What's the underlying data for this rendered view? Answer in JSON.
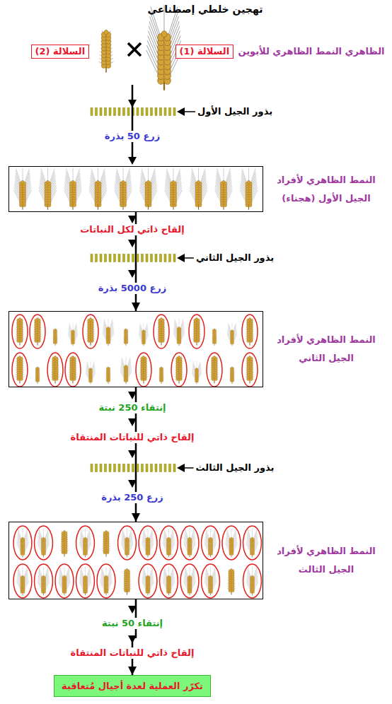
{
  "diagram": {
    "title": "تهجين خلطي إصطناعي",
    "nodes": [
      {
        "text": [
          "السلالة (1)"
        ]
      },
      {
        "text": [
          "السلالة (2)"
        ]
      },
      {
        "text": [
          "النمط الظاهري لأفراد الجيل الأول (هجناء)"
        ]
      },
      {
        "text": [
          "النمط الظاهري لأفراد الجيل الثاني"
        ]
      },
      {
        "text": [
          "النمط الظاهري لأفراد الجيل الثالث"
        ]
      },
      {
        "text": [
          "تكرّر العملية لعدة أجيال مُتعاقبة"
        ]
      }
    ],
    "edges": [
      {
        "from": 2,
        "to": 3,
        "arrow": "to"
      },
      {
        "from": 3,
        "to": 4,
        "arrow": "to"
      },
      {
        "from": 4,
        "to": 5,
        "arrow": "to"
      }
    ],
    "labels": [
      "الظاهري النمط الظاهري للأبوين",
      "بذور الجيل الأول",
      "زرع 50 بذرة",
      "إلقاح ذاتي لكل النباتات",
      "بذور الجيل الثاني",
      "زرع 5000 بذرة",
      "إنتقاء 250 نبتة",
      "إلقاح ذاتي للنباتات المنتقاة",
      "بذور الجيل الثالث",
      "زرع 250 بذرة",
      "إنتقاء 50 نبتة",
      "إلقاح ذاتي للنباتات المنتقاة"
    ]
  }
}
